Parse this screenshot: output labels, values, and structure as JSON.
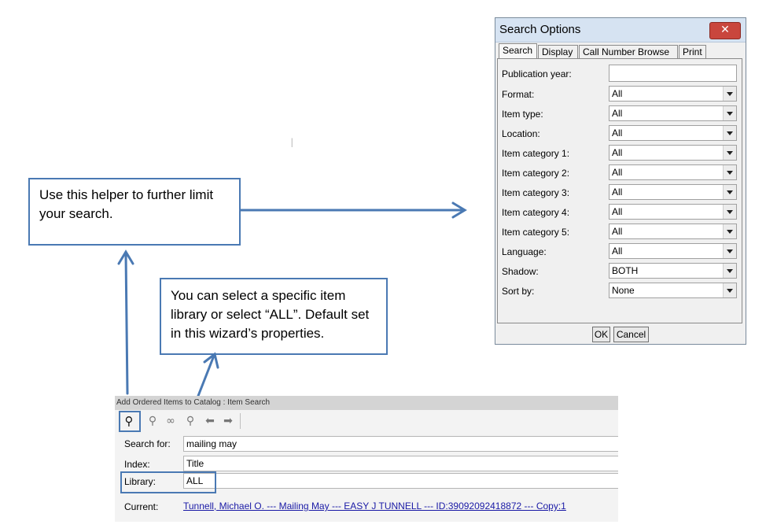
{
  "callouts": {
    "helper": "Use this helper to further limit your search.",
    "library": "You can select a specific item library or select “ALL”. Default set in this wizard’s properties."
  },
  "dialog": {
    "title": "Search Options",
    "tabs": [
      "Search",
      "Display",
      "Call Number Browse",
      "Print"
    ],
    "fields": [
      {
        "label": "Publication year:",
        "value": ""
      },
      {
        "label": "Format:",
        "value": "All"
      },
      {
        "label": "Item type:",
        "value": "All"
      },
      {
        "label": "Location:",
        "value": "All"
      },
      {
        "label": "Item category 1:",
        "value": "All"
      },
      {
        "label": "Item category 2:",
        "value": "All"
      },
      {
        "label": "Item category 3:",
        "value": "All"
      },
      {
        "label": "Item category 4:",
        "value": "All"
      },
      {
        "label": "Item category 5:",
        "value": "All"
      },
      {
        "label": "Language:",
        "value": "All"
      },
      {
        "label": "Shadow:",
        "value": "BOTH"
      },
      {
        "label": "Sort by:",
        "value": "None"
      }
    ],
    "ok_label": "OK",
    "cancel_label": "Cancel"
  },
  "window": {
    "title": "Add Ordered Items to Catalog : Item Search",
    "search_label": "Search for:",
    "search_value": "mailing may",
    "index_label": "Index:",
    "index_value": "Title",
    "library_label": "Library:",
    "library_value": "ALL",
    "current_label": "Current:",
    "current_value": "Tunnell, Michael O. --- Mailing May --- EASY J TUNNELL --- ID:39092092418872 --- Copy:1"
  },
  "colors": {
    "arrow": "#4a79b3",
    "close": "#c9463d",
    "link": "#1a1aa6"
  }
}
